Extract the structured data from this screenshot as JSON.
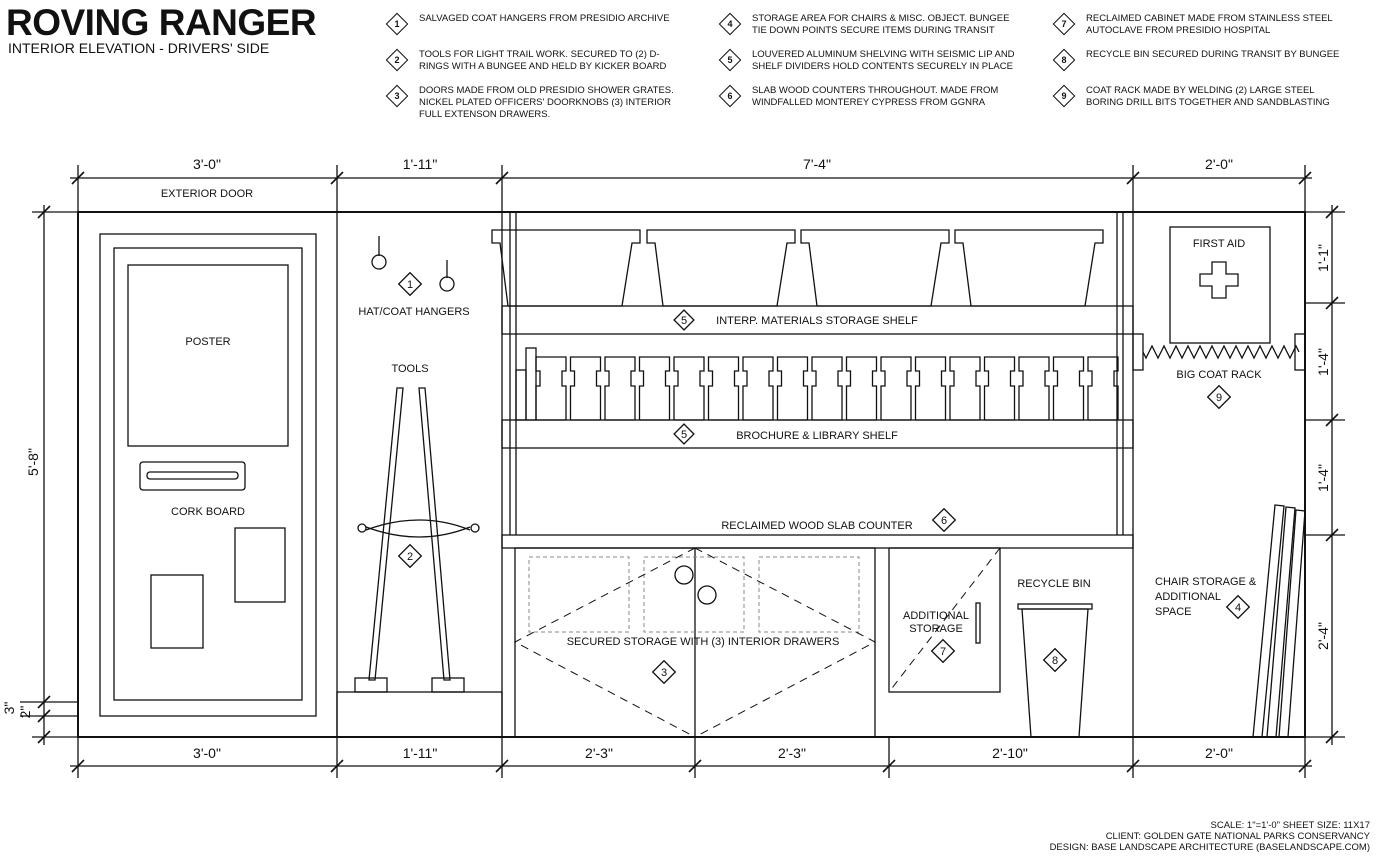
{
  "header": {
    "title": "ROVING RANGER",
    "subtitle": "INTERIOR ELEVATION - DRIVERS' SIDE"
  },
  "notes": [
    {
      "num": "1",
      "text": "SALVAGED COAT HANGERS FROM PRESIDIO ARCHIVE"
    },
    {
      "num": "2",
      "text": "TOOLS FOR LIGHT TRAIL WORK.  SECURED TO (2) D-RINGS WITH A BUNGEE AND HELD BY KICKER BOARD"
    },
    {
      "num": "3",
      "text": "DOORS MADE FROM OLD PRESIDIO SHOWER GRATES. NICKEL PLATED OFFICERS' DOORKNOBS  (3) INTERIOR FULL EXTENSON DRAWERS."
    },
    {
      "num": "4",
      "text": "STORAGE AREA FOR CHAIRS & MISC. OBJECT.  BUNGEE TIE DOWN POINTS SECURE ITEMS DURING TRANSIT"
    },
    {
      "num": "5",
      "text": "LOUVERED ALUMINUM SHELVING WITH SEISMIC LIP AND SHELF DIVIDERS HOLD CONTENTS SECURELY IN PLACE"
    },
    {
      "num": "6",
      "text": "SLAB WOOD COUNTERS THROUGHOUT.  MADE FROM WINDFALLED MONTEREY CYPRESS FROM GGNRA"
    },
    {
      "num": "7",
      "text": "RECLAIMED CABINET MADE FROM STAINLESS STEEL AUTOCLAVE FROM PRESIDIO HOSPITAL"
    },
    {
      "num": "8",
      "text": "RECYCLE BIN SECURED DURING TRANSIT BY BUNGEE"
    },
    {
      "num": "9",
      "text": "COAT RACK MADE BY WELDING (2) LARGE STEEL BORING DRILL BITS TOGETHER AND SANDBLASTING"
    }
  ],
  "dimensions": {
    "top": [
      "3'-0\"",
      "1'-11\"",
      "7'-4\"",
      "2'-0\""
    ],
    "bottom": [
      "3'-0\"",
      "1'-11\"",
      "2'-3\"",
      "2'-3\"",
      "2'-10\"",
      "2'-0\""
    ],
    "left": {
      "total": "5'-8\"",
      "small_a": "3\"",
      "small_b": "2\""
    },
    "right": [
      "1'-1\"",
      "1'-4\"",
      "1'-4\"",
      "2'-4\""
    ]
  },
  "labels": {
    "exterior_door": "EXTERIOR DOOR",
    "poster": "POSTER",
    "cork_board": "CORK BOARD",
    "hat_coat_hangers": "HAT/COAT HANGERS",
    "tools": "TOOLS",
    "interp_shelf": "INTERP. MATERIALS STORAGE SHELF",
    "brochure_shelf": "BROCHURE & LIBRARY SHELF",
    "counter": "RECLAIMED WOOD SLAB COUNTER",
    "secured_storage": "SECURED STORAGE WITH (3) INTERIOR DRAWERS",
    "additional_storage_1": "ADDITIONAL",
    "additional_storage_2": "STORAGE",
    "recycle_bin": "RECYCLE BIN",
    "first_aid": "FIRST AID",
    "big_coat_rack": "BIG COAT RACK",
    "chair_storage_1": "CHAIR STORAGE &",
    "chair_storage_2": "ADDITIONAL",
    "chair_storage_3": "SPACE"
  },
  "callouts": {
    "hangers": "1",
    "tools": "2",
    "cabinet": "3",
    "chair": "4",
    "interp": "5",
    "brochure": "5",
    "counter": "6",
    "additional": "7",
    "recycle": "8",
    "coatrack": "9"
  },
  "footer": {
    "scale": "SCALE: 1\"=1'-0\"  SHEET SIZE: 11X17",
    "client": "CLIENT: GOLDEN GATE NATIONAL PARKS CONSERVANCY",
    "design": "DESIGN:  BASE LANDSCAPE ARCHITECTURE (BASELANDSCAPE.COM)"
  }
}
